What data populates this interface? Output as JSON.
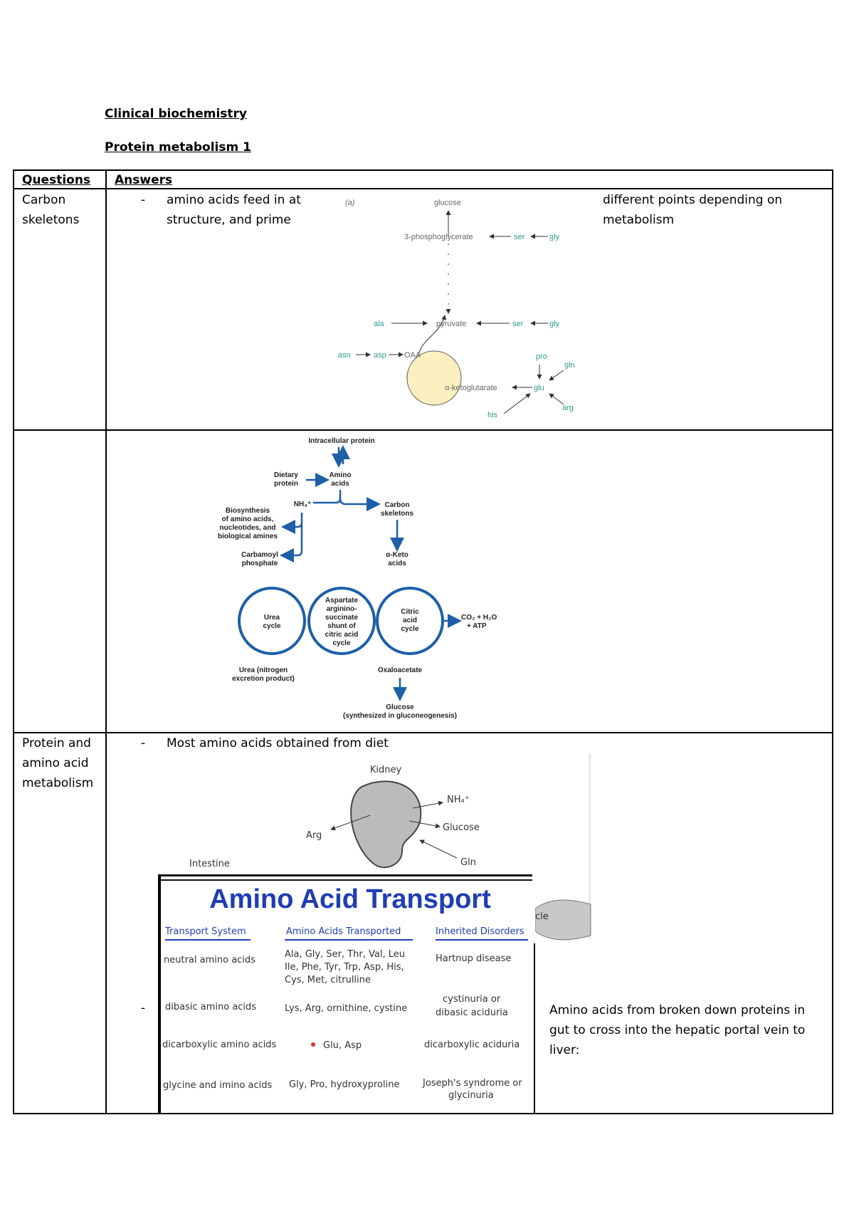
{
  "doc": {
    "title": "Clinical biochemistry",
    "subtitle": "Protein metabolism 1"
  },
  "table": {
    "headers": [
      "Questions",
      "Answers"
    ],
    "row1": {
      "question": "Carbon skeletons",
      "dash": "-",
      "answer_left": "amino acids feed in at structure, and prime",
      "answer_right": "different points depending on metabolism",
      "figure": {
        "label": "(a)",
        "nodes": [
          "glucose",
          "3-phosphoglycerate",
          "ser",
          "gly",
          "ala",
          "pyruvate",
          "ser",
          "gly",
          "asn",
          "asp",
          "OAA",
          "pro",
          "gln",
          "α-ketoglutarate",
          "glu",
          "his",
          "arg"
        ]
      }
    },
    "row2": {
      "figure": {
        "labels": [
          "Intracellular protein",
          "Dietary",
          "protein",
          "Amino",
          "acids",
          "NH₄⁺",
          "Carbon",
          "skeletons",
          "Biosynthesis",
          "of amino acids,",
          "nucleotides, and",
          "biological amines",
          "Carbamoyl",
          "phosphate",
          "α-Keto",
          "acids",
          "Urea",
          "cycle",
          "Aspartate",
          "arginino-",
          "succinate",
          "shunt of",
          "citric acid",
          "cycle",
          "Citric",
          "acid",
          "cycle",
          "CO₂ + H₂O",
          "+ ATP",
          "Urea (nitrogen",
          "excretion product)",
          "Oxaloacetate",
          "Glucose",
          "(synthesized in gluconeogenesis)"
        ]
      }
    },
    "row3": {
      "question": "Protein and amino acid metabolism",
      "dash1": "-",
      "answer1": "Most amino acids obtained from diet",
      "dash2": "-",
      "answer2": "Amino acids from broken down proteins in gut to cross into the hepatic portal vein to liver:",
      "kidney_figure": {
        "labels": [
          "Kidney",
          "NH₄⁺",
          "Glucose",
          "Arg",
          "Gln",
          "Intestine",
          "cle"
        ]
      },
      "transport_table": {
        "title": "Amino Acid Transport",
        "headers": [
          "Transport System",
          "Amino Acids Transported",
          "Inherited Disorders"
        ],
        "rows": [
          {
            "system": "neutral amino acids",
            "amino_acids": [
              "Ala, Gly, Ser, Thr, Val, Leu",
              "Ile, Phe, Tyr, Trp, Asp, His,",
              "Cys, Met, citrulline"
            ],
            "disorder": [
              "Hartnup disease"
            ]
          },
          {
            "system": "dibasic amino acids",
            "amino_acids": [
              "Lys, Arg, ornithine, cystine"
            ],
            "disorder": [
              "cystinuria or",
              "dibasic aciduria"
            ]
          },
          {
            "system": "dicarboxylic amino acids",
            "amino_acids": [
              "Glu, Asp"
            ],
            "disorder": [
              "dicarboxylic aciduria"
            ]
          },
          {
            "system": "glycine and imino acids",
            "amino_acids": [
              "Gly, Pro, hydroxyproline"
            ],
            "disorder": [
              "Joseph's syndrome or",
              "glycinuria"
            ]
          }
        ]
      }
    }
  }
}
